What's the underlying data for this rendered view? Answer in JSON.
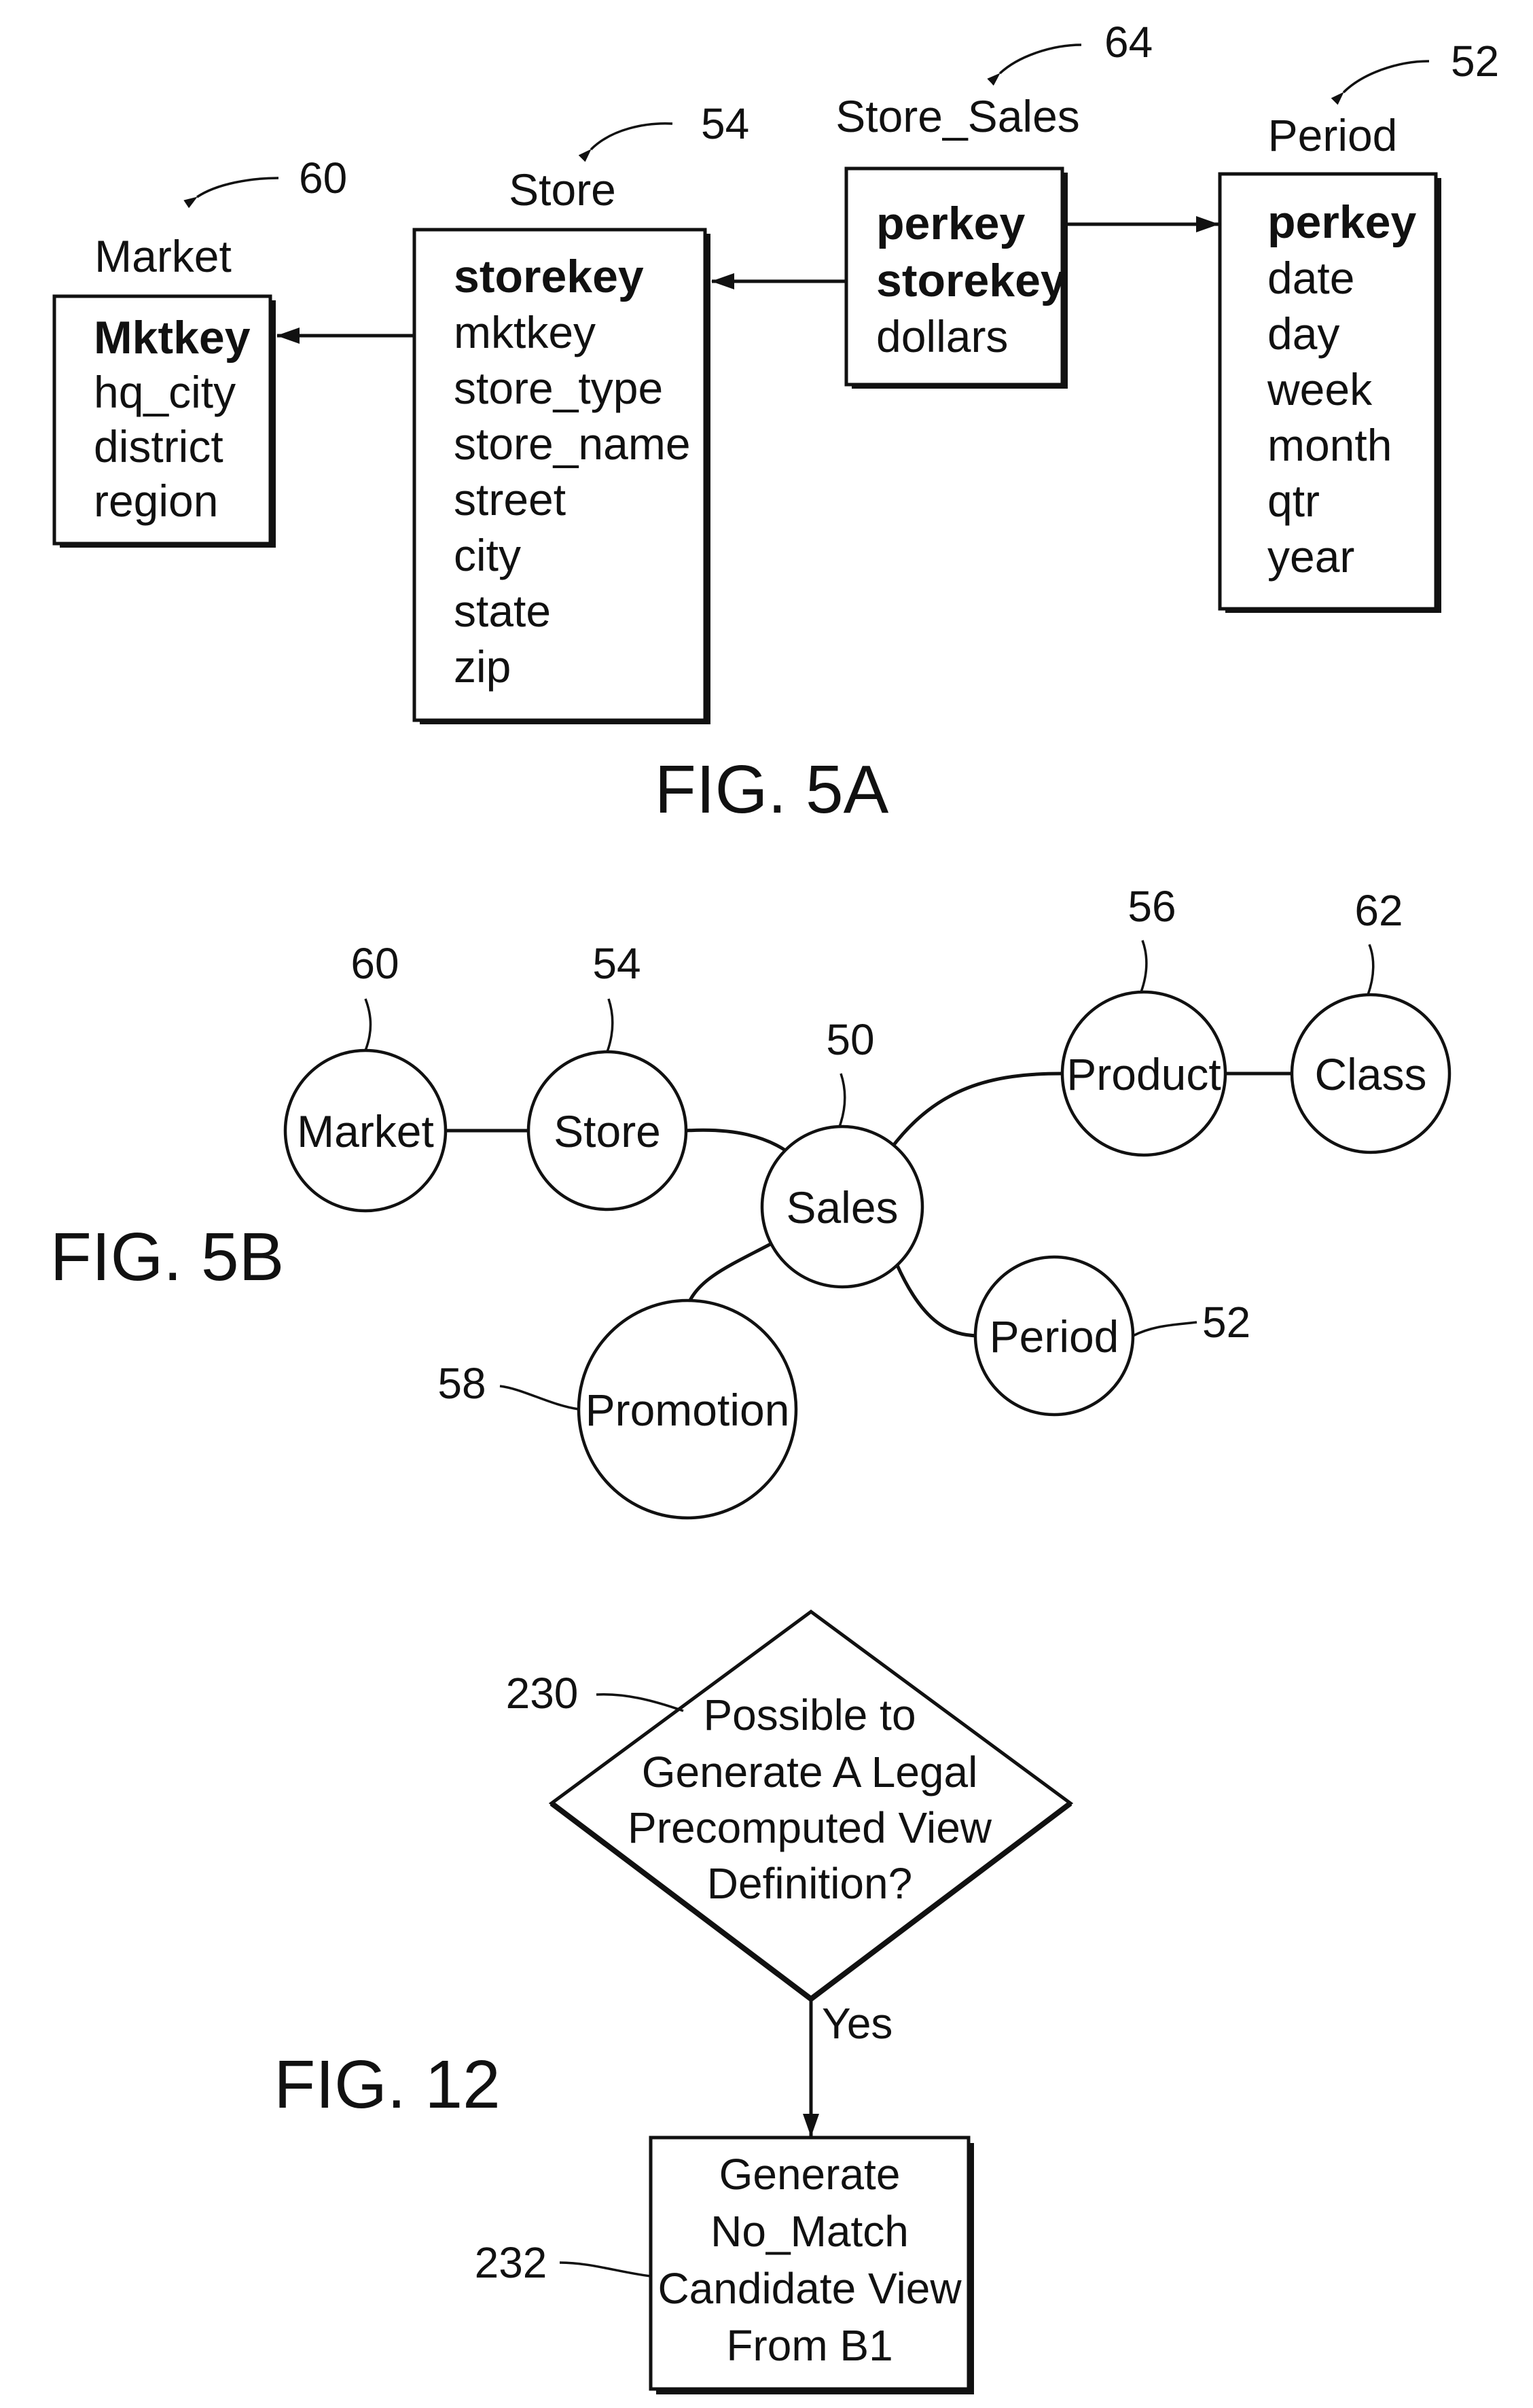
{
  "fig5a": {
    "caption": "FIG. 5A",
    "tables": {
      "market": {
        "title": "Market",
        "ref": "60",
        "fields": [
          {
            "name": "Mktkey",
            "key": true
          },
          {
            "name": "hq_city",
            "key": false
          },
          {
            "name": "district",
            "key": false
          },
          {
            "name": "region",
            "key": false
          }
        ]
      },
      "store": {
        "title": "Store",
        "ref": "54",
        "fields": [
          {
            "name": "storekey",
            "key": true
          },
          {
            "name": "mktkey",
            "key": false
          },
          {
            "name": "store_type",
            "key": false
          },
          {
            "name": "store_name",
            "key": false
          },
          {
            "name": "street",
            "key": false
          },
          {
            "name": "city",
            "key": false
          },
          {
            "name": "state",
            "key": false
          },
          {
            "name": "zip",
            "key": false
          }
        ]
      },
      "store_sales": {
        "title": "Store_Sales",
        "ref": "64",
        "fields": [
          {
            "name": "perkey",
            "key": true
          },
          {
            "name": "storekey",
            "key": true
          },
          {
            "name": "dollars",
            "key": false
          }
        ]
      },
      "period": {
        "title": "Period",
        "ref": "52",
        "fields": [
          {
            "name": "perkey",
            "key": true
          },
          {
            "name": "date",
            "key": false
          },
          {
            "name": "day",
            "key": false
          },
          {
            "name": "week",
            "key": false
          },
          {
            "name": "month",
            "key": false
          },
          {
            "name": "qtr",
            "key": false
          },
          {
            "name": "year",
            "key": false
          }
        ]
      }
    }
  },
  "fig5b": {
    "caption": "FIG. 5B",
    "nodes": {
      "market": {
        "label": "Market",
        "ref": "60"
      },
      "store": {
        "label": "Store",
        "ref": "54"
      },
      "sales": {
        "label": "Sales",
        "ref": "50"
      },
      "product": {
        "label": "Product",
        "ref": "56"
      },
      "class": {
        "label": "Class",
        "ref": "62"
      },
      "period": {
        "label": "Period",
        "ref": "52"
      },
      "promotion": {
        "label": "Promotion",
        "ref": "58"
      }
    }
  },
  "fig12": {
    "caption": "FIG. 12",
    "decision": {
      "ref": "230",
      "lines": [
        "Possible to",
        "Generate A Legal",
        "Precomputed View",
        "Definition?"
      ]
    },
    "yes_label": "Yes",
    "process": {
      "ref": "232",
      "lines": [
        "Generate",
        "No_Match",
        "Candidate View",
        "From B1"
      ]
    }
  }
}
